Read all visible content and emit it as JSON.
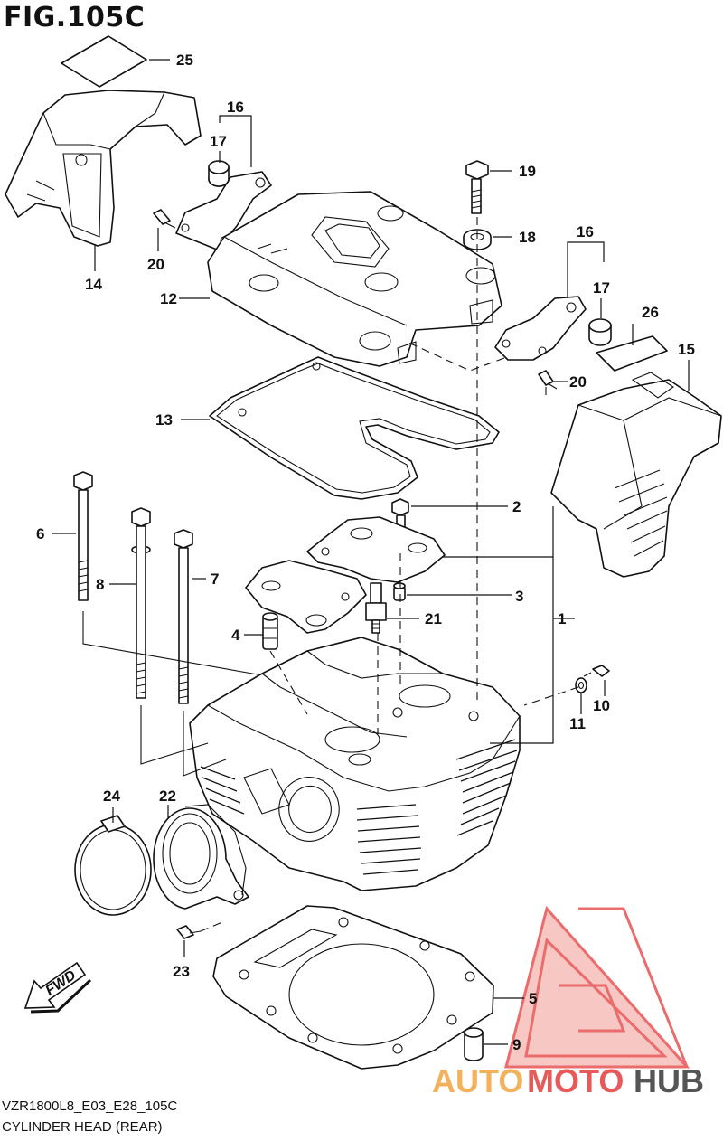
{
  "figure": {
    "title": "FIG.105C",
    "model_code": "VZR1800L8_E03_E28_105C",
    "caption": "CYLINDER HEAD (REAR)"
  },
  "callouts": [
    "1",
    "2",
    "3",
    "4",
    "5",
    "6",
    "7",
    "8",
    "9",
    "10",
    "11",
    "12",
    "13",
    "14",
    "15",
    "16",
    "16",
    "17",
    "17",
    "18",
    "19",
    "20",
    "20",
    "21",
    "22",
    "23",
    "24",
    "25",
    "26"
  ],
  "direction_arrow": {
    "label": "FWD"
  },
  "watermark": {
    "text_1": "AUTO",
    "text_2": "MOTO",
    "text_3": "HUB",
    "colors": {
      "auto": "#f2b15c",
      "moto": "#e85a5a",
      "hub": "#555555",
      "triangle": "#e33b3b"
    }
  }
}
